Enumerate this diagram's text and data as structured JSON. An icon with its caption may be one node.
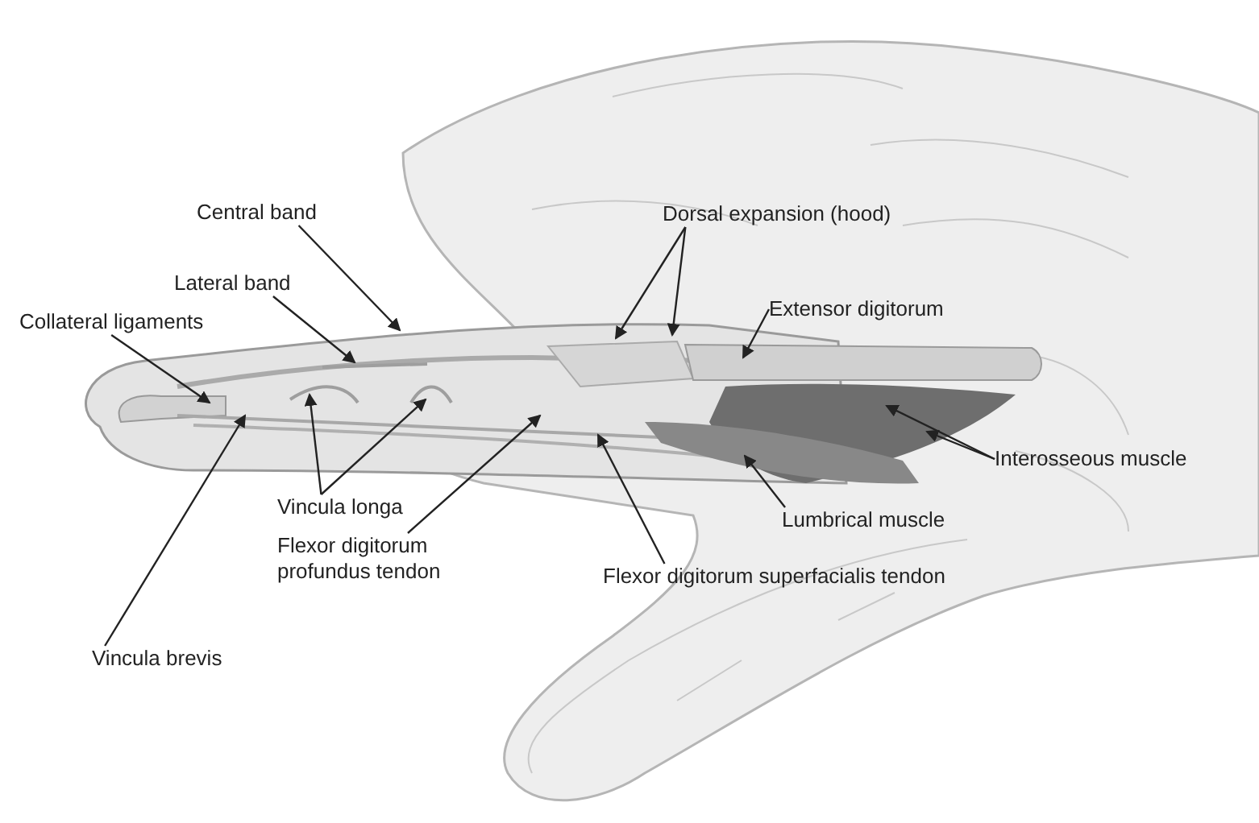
{
  "diagram": {
    "nodes": [
      {
        "text": [
          "Central band"
        ]
      },
      {
        "text": [
          "Dorsal expansion (hood)"
        ]
      },
      {
        "text": [
          "Lateral band"
        ]
      },
      {
        "text": [
          "Collateral ligaments"
        ]
      },
      {
        "text": [
          "Extensor digitorum"
        ]
      },
      {
        "text": [
          "Interosseous muscle"
        ]
      },
      {
        "text": [
          "Vincula longa"
        ]
      },
      {
        "text": [
          "Lumbrical muscle"
        ]
      },
      {
        "text": [
          "Flexor digitorum profundus tendon"
        ]
      },
      {
        "text": [
          "Flexor digitorum superfacialis tendon"
        ]
      },
      {
        "text": [
          "Vincula brevis"
        ]
      }
    ],
    "edges": [
      {
        "from": 0,
        "to": null,
        "arrow": "to"
      },
      {
        "from": 1,
        "to": null,
        "arrow": "to"
      },
      {
        "from": 1,
        "to": null,
        "arrow": "to"
      },
      {
        "from": 2,
        "to": null,
        "arrow": "to"
      },
      {
        "from": 3,
        "to": null,
        "arrow": "to"
      },
      {
        "from": 4,
        "to": null,
        "arrow": "to"
      },
      {
        "from": 5,
        "to": null,
        "arrow": "to"
      },
      {
        "from": 5,
        "to": null,
        "arrow": "to"
      },
      {
        "from": 6,
        "to": null,
        "arrow": "to"
      },
      {
        "from": 6,
        "to": null,
        "arrow": "to"
      },
      {
        "from": 7,
        "to": null,
        "arrow": "to"
      },
      {
        "from": 8,
        "to": null,
        "arrow": "to"
      },
      {
        "from": 9,
        "to": null,
        "arrow": "to"
      },
      {
        "from": 10,
        "to": null,
        "arrow": "to"
      }
    ]
  }
}
